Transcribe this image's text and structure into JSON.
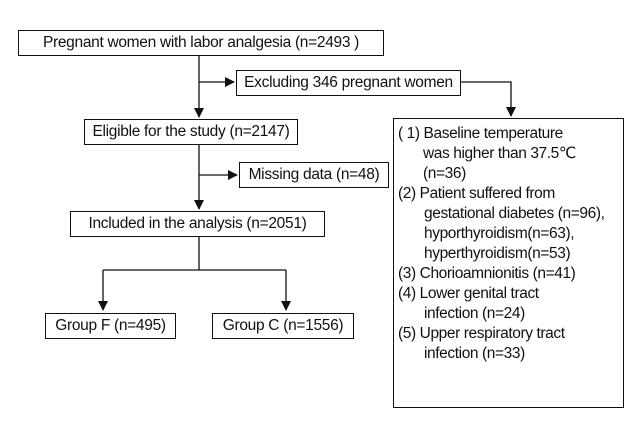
{
  "flowchart": {
    "total": "Pregnant women with labor analgesia (n=2493 )",
    "excluded": "Excluding 346 pregnant women",
    "eligible": "Eligible for the study (n=2147)",
    "missing": "Missing data (n=48)",
    "included": "Included in the analysis (n=2051)",
    "group_f": "Group F (n=495)",
    "group_c": "Group C (n=1556)",
    "exclusion_criteria": {
      "c1": {
        "line1": "( 1) Baseline temperature",
        "line2": "was higher than 37.5℃",
        "line3": "(n=36)"
      },
      "c2": {
        "line1": "(2) Patient suffered from",
        "line2": "gestational diabetes (n=96),",
        "line3": "hyporthyroidism(n=63),",
        "line4": "hyperthyroidism(n=53)"
      },
      "c3": {
        "line1": "(3) Chorioamnionitis (n=41)"
      },
      "c4": {
        "line1": "(4) Lower genital tract",
        "line2": "infection (n=24)"
      },
      "c5": {
        "line1": "(5) Upper respiratory tract",
        "line2": "infection (n=33)"
      }
    }
  }
}
